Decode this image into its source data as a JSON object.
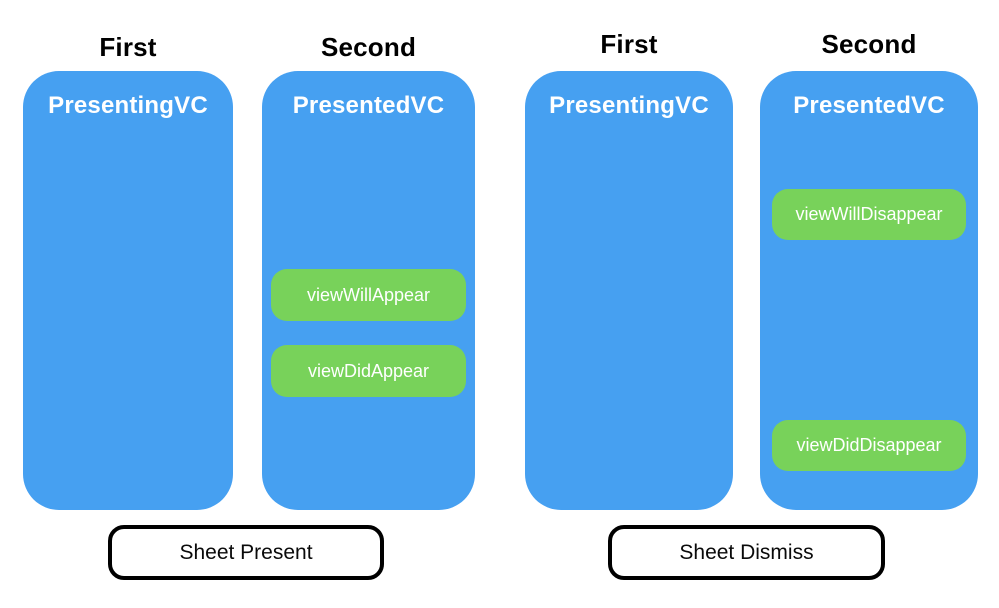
{
  "colors": {
    "vc_box_blue": "#46A0F1",
    "badge_green": "#78D25A",
    "label_black": "#000000",
    "vc_title_white": "#ffffff",
    "button_border_black": "#000000",
    "background_white": "#ffffff"
  },
  "diagram": {
    "groups": [
      {
        "name": "sheet-present",
        "columns": [
          {
            "label": "First",
            "vc_title": "PresentingVC",
            "badges": []
          },
          {
            "label": "Second",
            "vc_title": "PresentedVC",
            "badges": [
              "viewWillAppear",
              "viewDidAppear"
            ]
          }
        ],
        "button_label": "Sheet Present"
      },
      {
        "name": "sheet-dismiss",
        "columns": [
          {
            "label": "First",
            "vc_title": "PresentingVC",
            "badges": []
          },
          {
            "label": "Second",
            "vc_title": "PresentedVC",
            "badges": [
              "viewWillDisappear",
              "viewDidDisappear"
            ]
          }
        ],
        "button_label": "Sheet Dismiss"
      }
    ]
  }
}
